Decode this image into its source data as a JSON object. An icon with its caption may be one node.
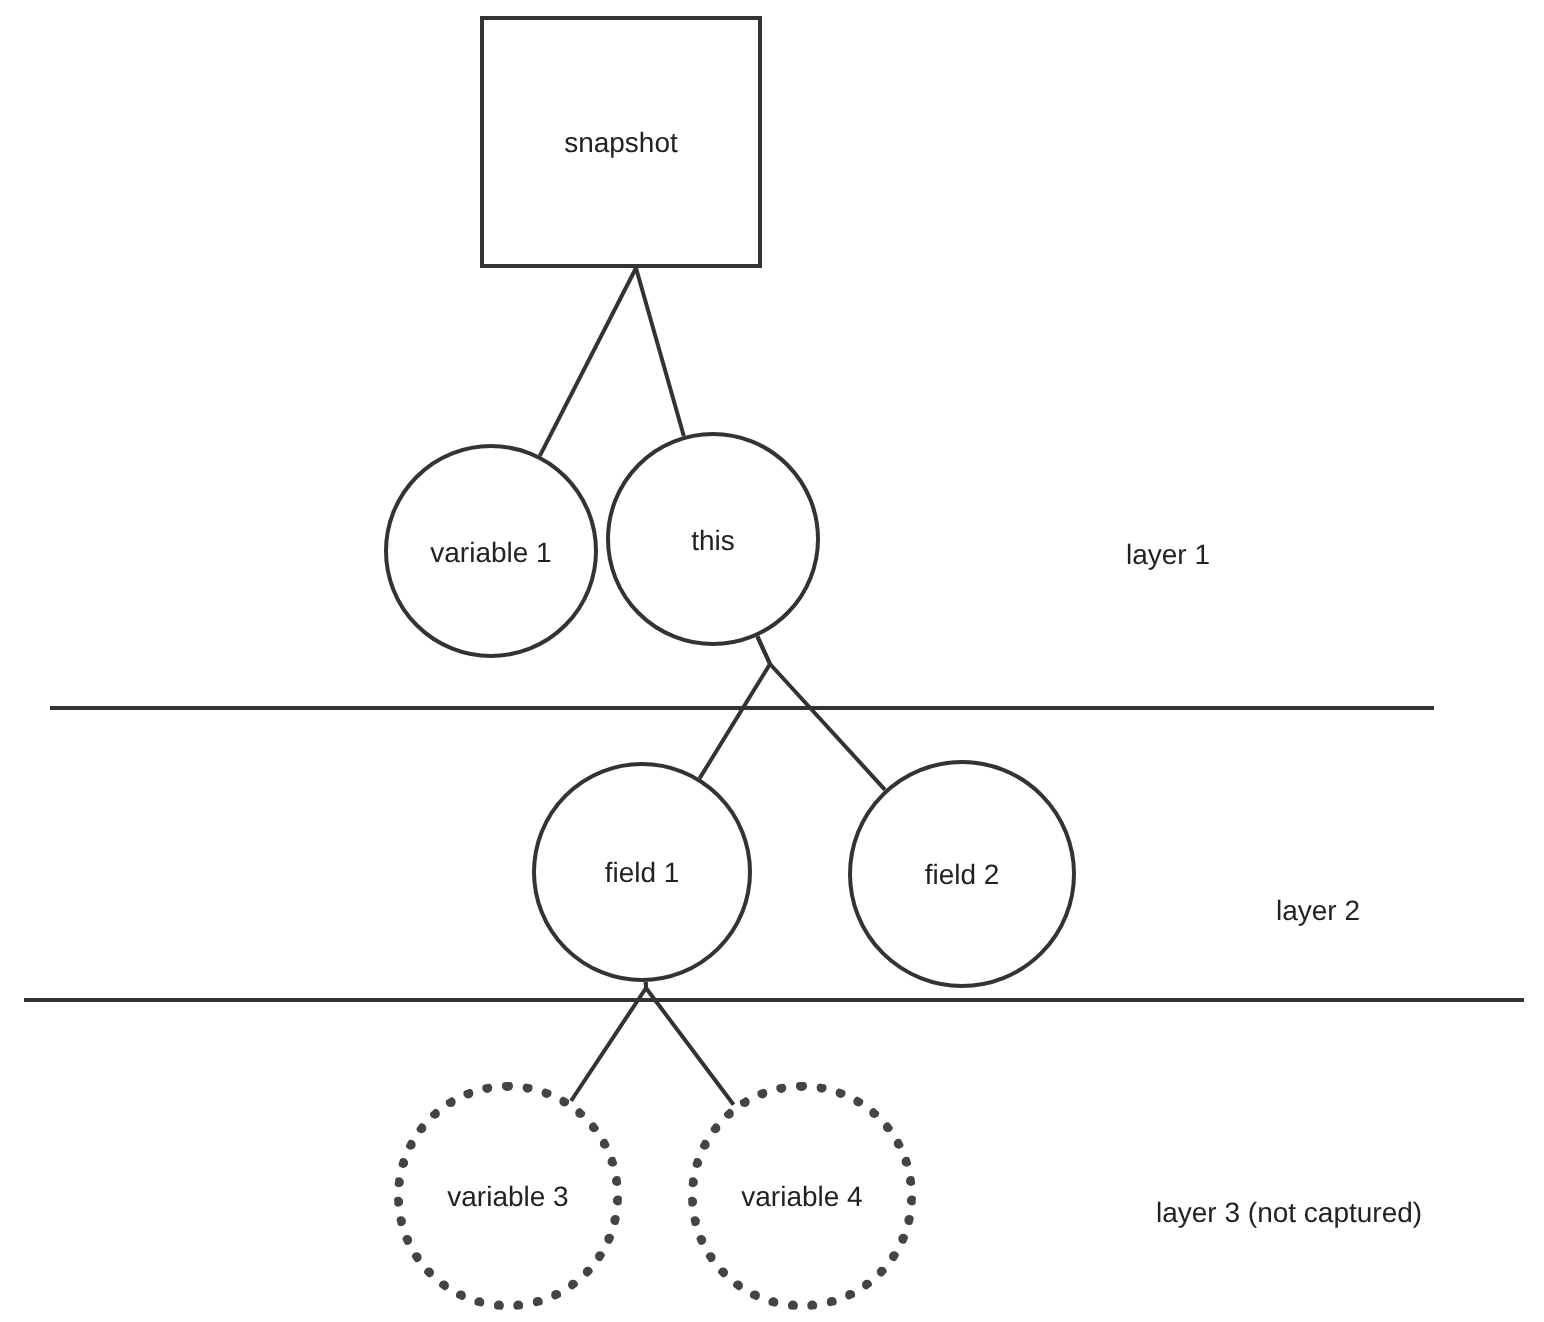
{
  "diagram": {
    "nodes": [
      {
        "text": [
          "snapshot"
        ]
      },
      {
        "text": [
          "variable 1"
        ]
      },
      {
        "text": [
          "this"
        ]
      },
      {
        "text": [
          "field 1"
        ]
      },
      {
        "text": [
          "field 2"
        ]
      },
      {
        "text": [
          "variable 3"
        ]
      },
      {
        "text": [
          "variable 4"
        ]
      }
    ],
    "edges": [
      {
        "from": 0,
        "to": 1,
        "arrow": "none"
      },
      {
        "from": 0,
        "to": 2,
        "arrow": "none"
      },
      {
        "from": 2,
        "to": 3,
        "arrow": "none"
      },
      {
        "from": 2,
        "to": 4,
        "arrow": "none"
      },
      {
        "from": 3,
        "to": 5,
        "arrow": "none"
      },
      {
        "from": 3,
        "to": 6,
        "arrow": "none"
      }
    ],
    "labels": [
      "layer 1",
      "layer 2",
      "layer 3 (not captured)"
    ]
  }
}
